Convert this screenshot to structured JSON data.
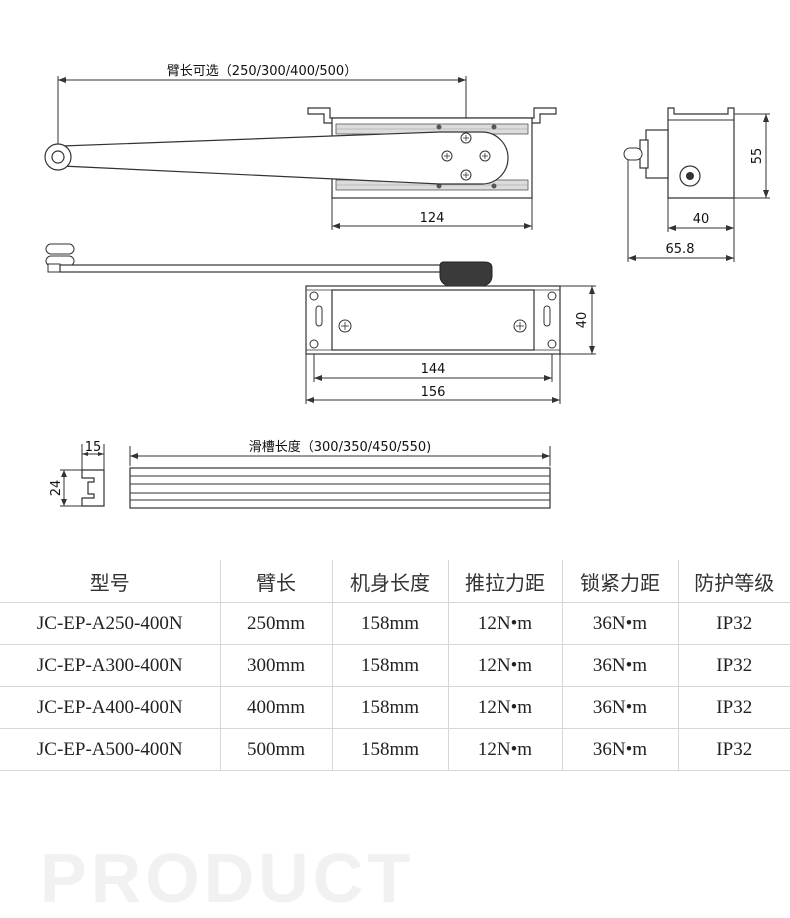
{
  "drawing": {
    "arm_length_label": "臂长可选（250/300/400/500）",
    "dim_top_width": "124",
    "side_height": "55",
    "side_width": "40",
    "side_overall": "65.8",
    "mount_height": "40",
    "mount_inner": "144",
    "mount_outer": "156",
    "rail_width": "15",
    "rail_height": "24",
    "rail_length_label": "滑槽长度（300/350/450/550)"
  },
  "table": {
    "headers": [
      "型号",
      "臂长",
      "机身长度",
      "推拉力距",
      "锁紧力距",
      "防护等级"
    ],
    "rows": [
      [
        "JC-EP-A250-400N",
        "250mm",
        "158mm",
        "12N•m",
        "36N•m",
        "IP32"
      ],
      [
        "JC-EP-A300-400N",
        "300mm",
        "158mm",
        "12N•m",
        "36N•m",
        "IP32"
      ],
      [
        "JC-EP-A400-400N",
        "400mm",
        "158mm",
        "12N•m",
        "36N•m",
        "IP32"
      ],
      [
        "JC-EP-A500-400N",
        "500mm",
        "158mm",
        "12N•m",
        "36N•m",
        "IP32"
      ]
    ]
  },
  "watermark": "PRODUCT"
}
